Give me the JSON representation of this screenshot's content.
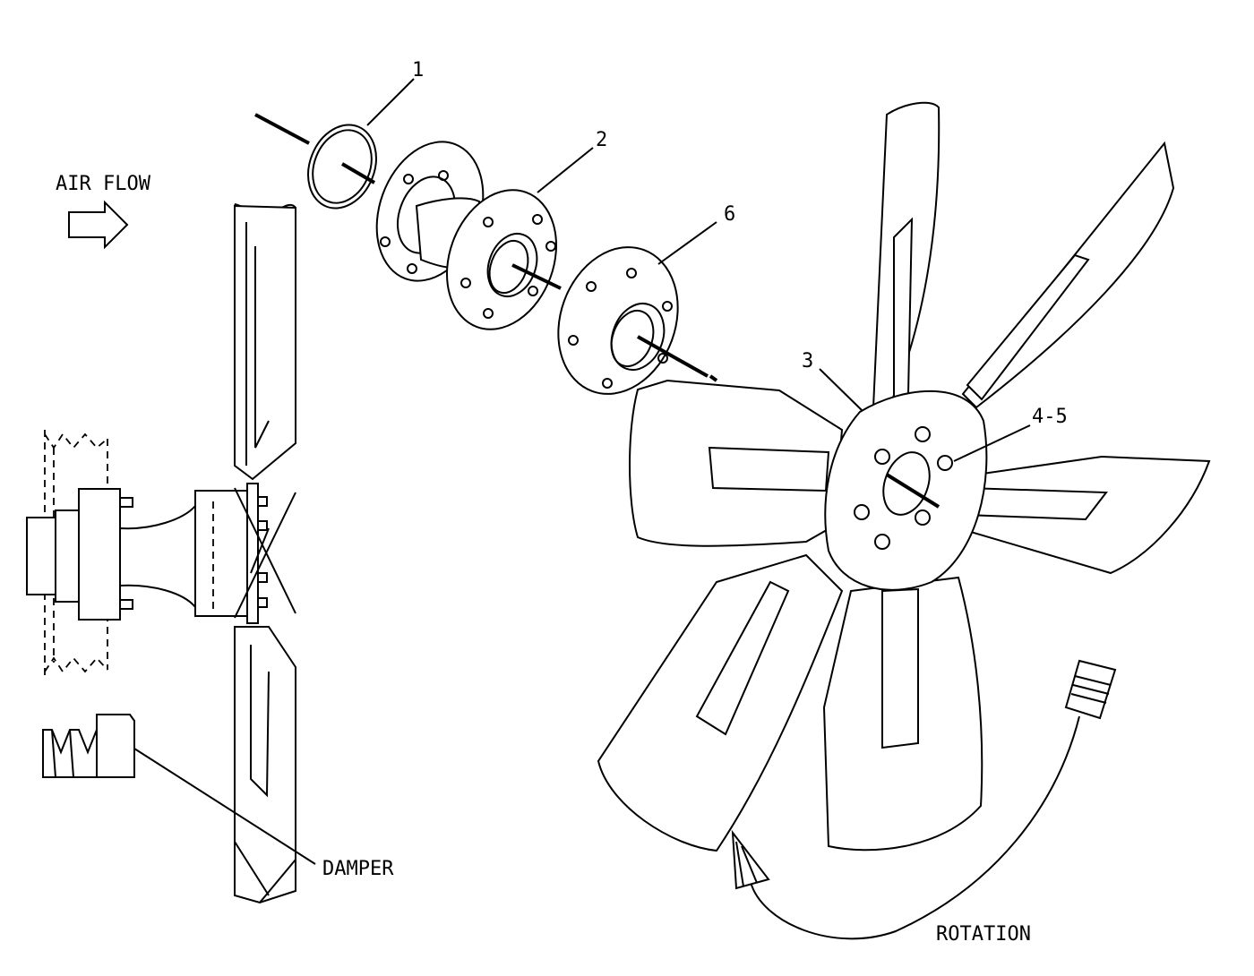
{
  "labels": {
    "air_flow": "AIR FLOW",
    "part_1": "1",
    "part_2": "2",
    "part_6": "6",
    "part_3": "3",
    "part_4_5": "4-5",
    "damper": "DAMPER",
    "rotation": "ROTATION"
  },
  "colors": {
    "line": "#000000",
    "background": "#ffffff"
  }
}
